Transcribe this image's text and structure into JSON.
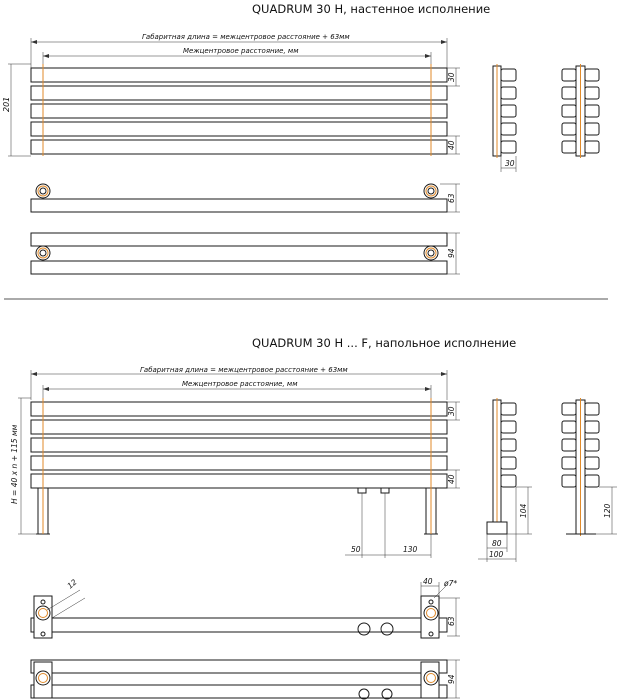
{
  "section1": {
    "title": "QUADRUM 30 H, настенное исполнение",
    "overall_length": "Габаритная длина = межцентровое расстояние + 63мм",
    "center_distance": "Межцентровое расстояние, мм",
    "height": "201",
    "bar_h_top": "30",
    "bar_h_bottom": "40",
    "side_width": "30",
    "dim_63": "63",
    "dim_94": "94"
  },
  "section2": {
    "title": "QUADRUM 30 H ... F, напольное исполнение",
    "overall_length": "Габаритная длина = межцентровое расстояние + 63мм",
    "center_distance": "Межцентровое расстояние, мм",
    "height": "H = 40 x n + 115 мм",
    "bar_h_top": "30",
    "bar_h_bottom": "40",
    "dim_104": "104",
    "dim_120": "120",
    "dim_80": "80",
    "dim_100": "100",
    "dim_50": "50",
    "dim_130": "130",
    "dim_12": "12",
    "dim_40": "40",
    "dim_d7": "ø7*",
    "dim_63": "63",
    "dim_94": "94"
  },
  "colors": {
    "line": "#1a1a1a",
    "accent": "#e08a2a",
    "divider": "#555555"
  }
}
